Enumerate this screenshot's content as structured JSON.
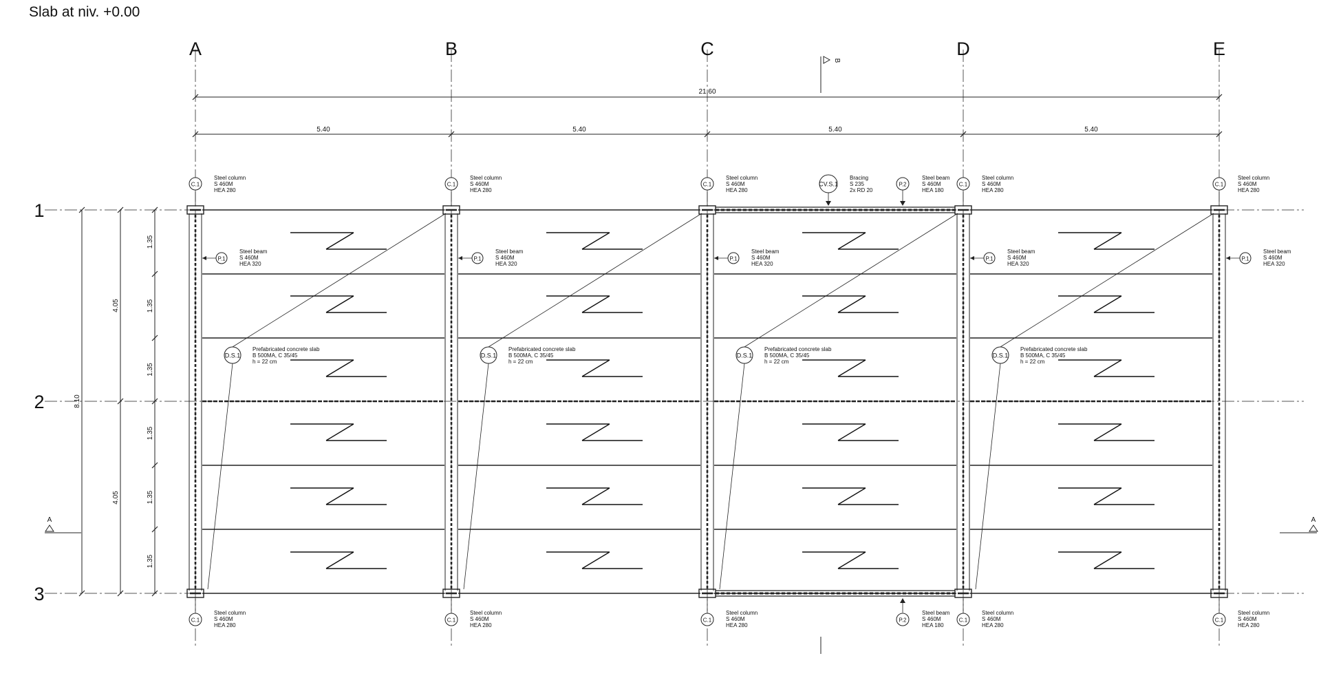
{
  "title": "Slab at niv. +0.00",
  "grid": {
    "axes_x": [
      "A",
      "B",
      "C",
      "D",
      "E"
    ],
    "axes_y": [
      "1",
      "2",
      "3"
    ]
  },
  "dimensions": {
    "overall": "21.60",
    "bays": [
      "5.40",
      "5.40",
      "5.40",
      "5.40"
    ],
    "overall_y": "8.10",
    "half_y": [
      "4.05",
      "4.05"
    ],
    "strips_y": [
      "1.35",
      "1.35",
      "1.35",
      "1.35",
      "1.35",
      "1.35"
    ]
  },
  "section_marks": {
    "top": "B",
    "left": "A",
    "right": "A"
  },
  "tags": {
    "column": {
      "code": "C.1",
      "lines": [
        "Steel column",
        "S 460M",
        "HEA 280"
      ]
    },
    "edge_beam": {
      "code": "P.1",
      "lines": [
        "Steel beam",
        "S 460M",
        "HEA 320"
      ]
    },
    "bracing_beam": {
      "code": "P.2",
      "lines": [
        "Steel beam",
        "S 460M",
        "HEA 180"
      ]
    },
    "bracing": {
      "code": "CV.S.1",
      "lines": [
        "Bracing",
        "S 235",
        "2x RD 20"
      ]
    },
    "slab": {
      "code": "D.S.1",
      "lines": [
        "Prefabricated concrete slab",
        "B 500MA, C 35/45",
        "h = 22 cm"
      ]
    }
  }
}
